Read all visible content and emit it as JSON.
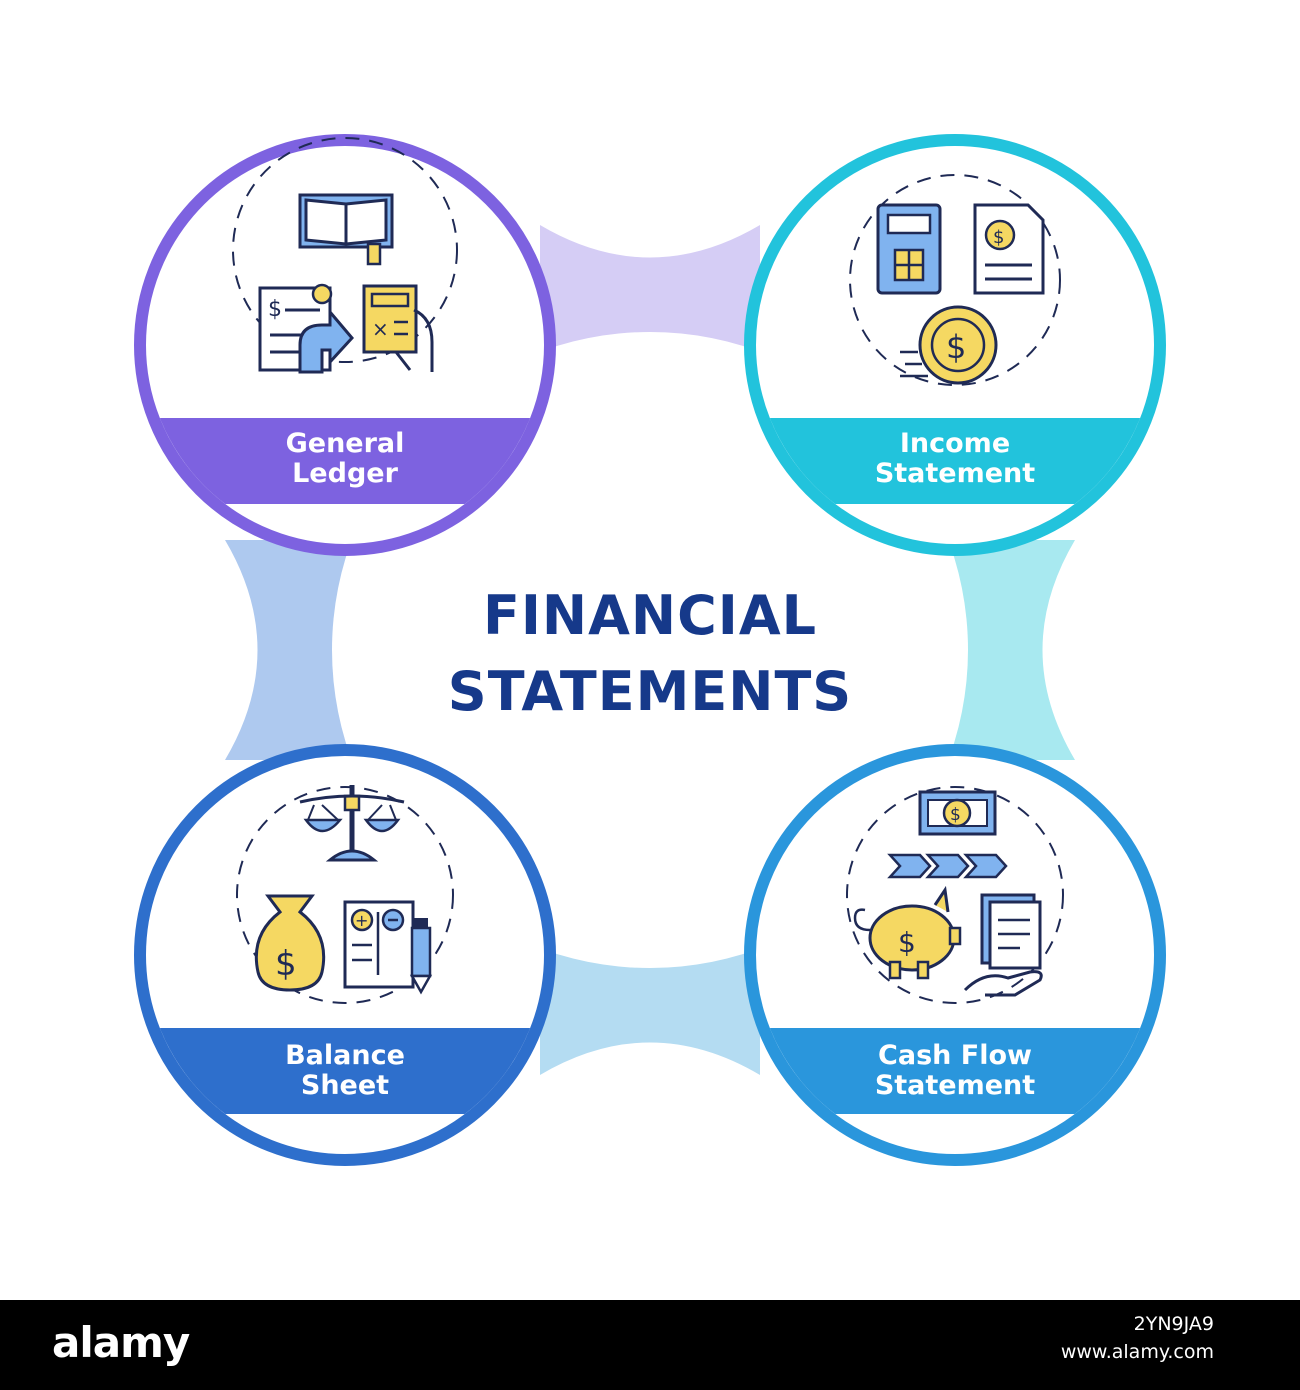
{
  "title": {
    "line1": "FINANCIAL",
    "line2": "STATEMENTS"
  },
  "nodes": [
    {
      "id": "general-ledger",
      "label_line1": "General",
      "label_line2": "Ledger",
      "color": "#7d62e0",
      "bridge_color": "#d5cdf5"
    },
    {
      "id": "income-statement",
      "label_line1": "Income",
      "label_line2": "Statement",
      "color": "#22c3dc",
      "bridge_color": "#a8e9f0"
    },
    {
      "id": "balance-sheet",
      "label_line1": "Balance",
      "label_line2": "Sheet",
      "color": "#2e6fcc",
      "bridge_color": "#aec9ef"
    },
    {
      "id": "cash-flow-statement",
      "label_line1": "Cash Flow",
      "label_line2": "Statement",
      "color": "#2a96dc",
      "bridge_color": "#b4dcf2"
    }
  ],
  "icons": {
    "general_ledger": [
      "open-book-icon",
      "receipt-icon",
      "arrow-icon",
      "calculator-hand-icon"
    ],
    "income_statement": [
      "calculator-icon",
      "dollar-document-icon",
      "dollar-coin-icon"
    ],
    "balance_sheet": [
      "scales-icon",
      "money-bag-icon",
      "plus-minus-document-icon",
      "pen-icon"
    ],
    "cash_flow_statement": [
      "banknote-icon",
      "chevron-arrows-icon",
      "piggy-bank-icon",
      "document-hand-icon"
    ]
  },
  "accent_colors": {
    "icon_blue": "#80b3ef",
    "icon_yellow": "#f5d862",
    "outline": "#1f2a55",
    "title": "#16398a"
  },
  "stock": {
    "logo": "alamy",
    "image_id": "2YN9JA9",
    "url": "www.alamy.com"
  }
}
